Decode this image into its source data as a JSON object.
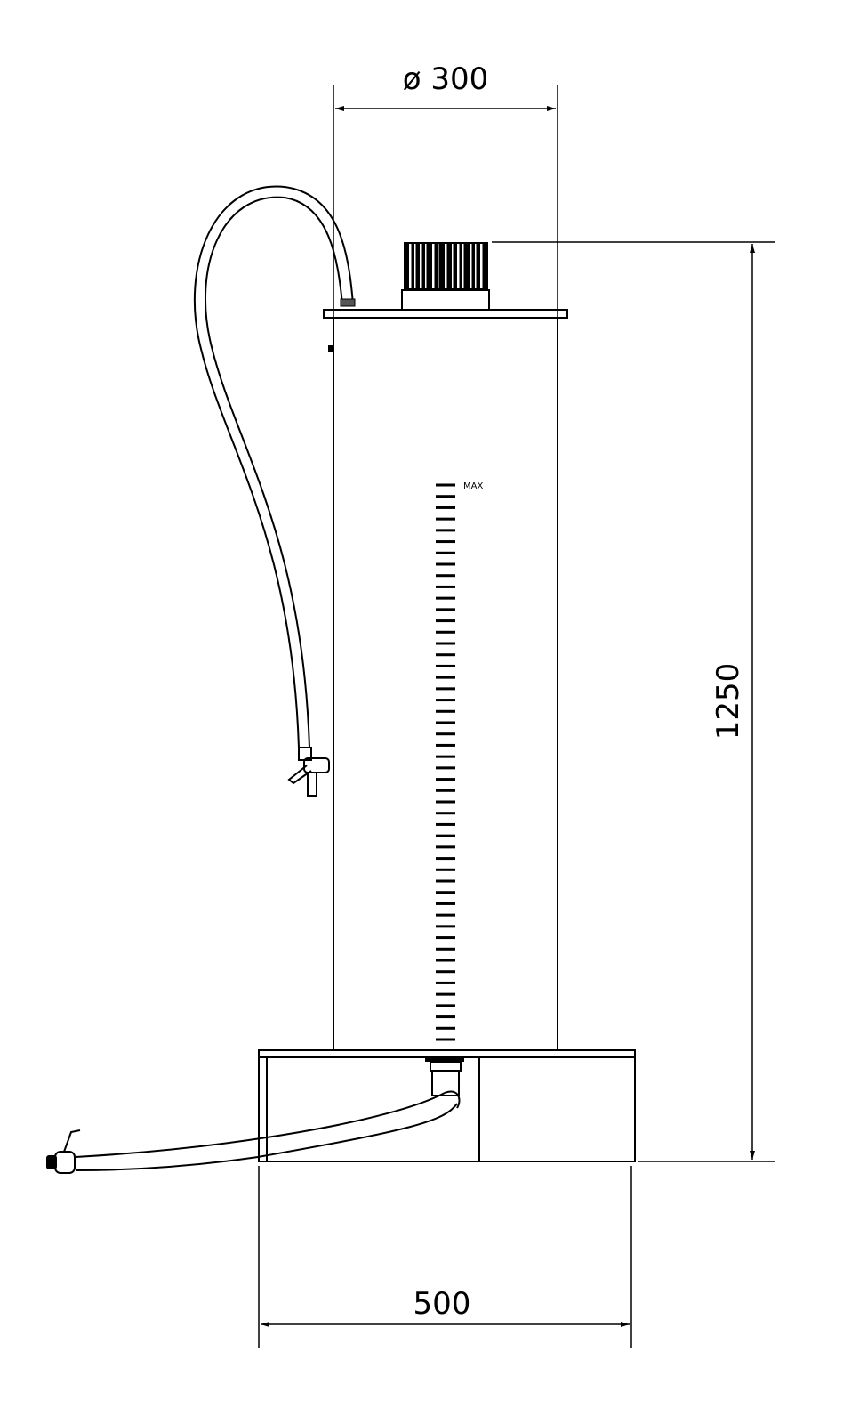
{
  "title": "Reservoir tank technical drawing",
  "dimensions": {
    "diameter": "ø 300",
    "height": "1250",
    "base_width": "500"
  },
  "scale_label": "MAX",
  "scale_tick_count": 50,
  "colors": {
    "line": "#000000",
    "background": "#ffffff"
  }
}
